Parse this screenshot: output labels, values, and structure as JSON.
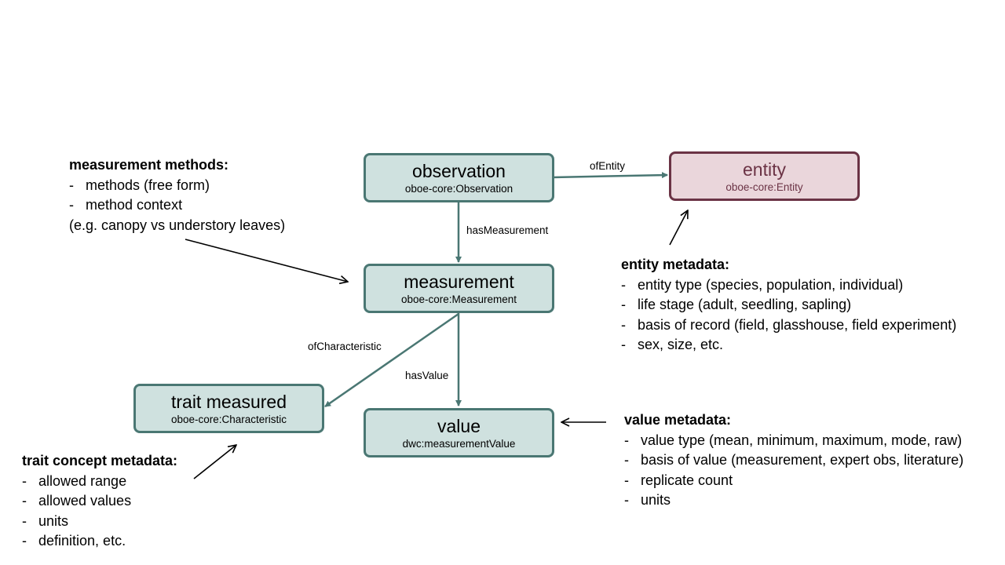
{
  "nodes": {
    "observation": {
      "title": "observation",
      "sub": "oboe-core:Observation"
    },
    "entity": {
      "title": "entity",
      "sub": "oboe-core:Entity"
    },
    "measurement": {
      "title": "measurement",
      "sub": "oboe-core:Measurement"
    },
    "trait": {
      "title": "trait measured",
      "sub": "oboe-core:Characteristic"
    },
    "value": {
      "title": "value",
      "sub": "dwc:measurementValue"
    }
  },
  "edges": {
    "ofEntity": "ofEntity",
    "hasMeasurement": "hasMeasurement",
    "ofCharacteristic": "ofCharacteristic",
    "hasValue": "hasValue"
  },
  "methods": {
    "heading": "measurement methods:",
    "items": [
      "methods (free form)",
      "method context"
    ],
    "note": "(e.g. canopy vs understory leaves)"
  },
  "entity_meta": {
    "heading": "entity metadata:",
    "items": [
      "entity type (species, population, individual)",
      "life stage (adult, seedling, sapling)",
      "basis of record (field, glasshouse, field experiment)",
      "sex, size, etc."
    ]
  },
  "value_meta": {
    "heading": "value metadata:",
    "items": [
      "value type (mean, minimum, maximum, mode, raw)",
      "basis of value (measurement, expert obs, literature)",
      "replicate count",
      "units"
    ]
  },
  "trait_meta": {
    "heading": "trait concept metadata:",
    "items": [
      "allowed range",
      "allowed values",
      "units",
      "definition, etc."
    ]
  },
  "colors": {
    "node_fill": "#cfe1df",
    "node_border": "#4a7773",
    "entity_fill": "#ead6db",
    "entity_border": "#6b3345",
    "connector": "#4a7773"
  }
}
